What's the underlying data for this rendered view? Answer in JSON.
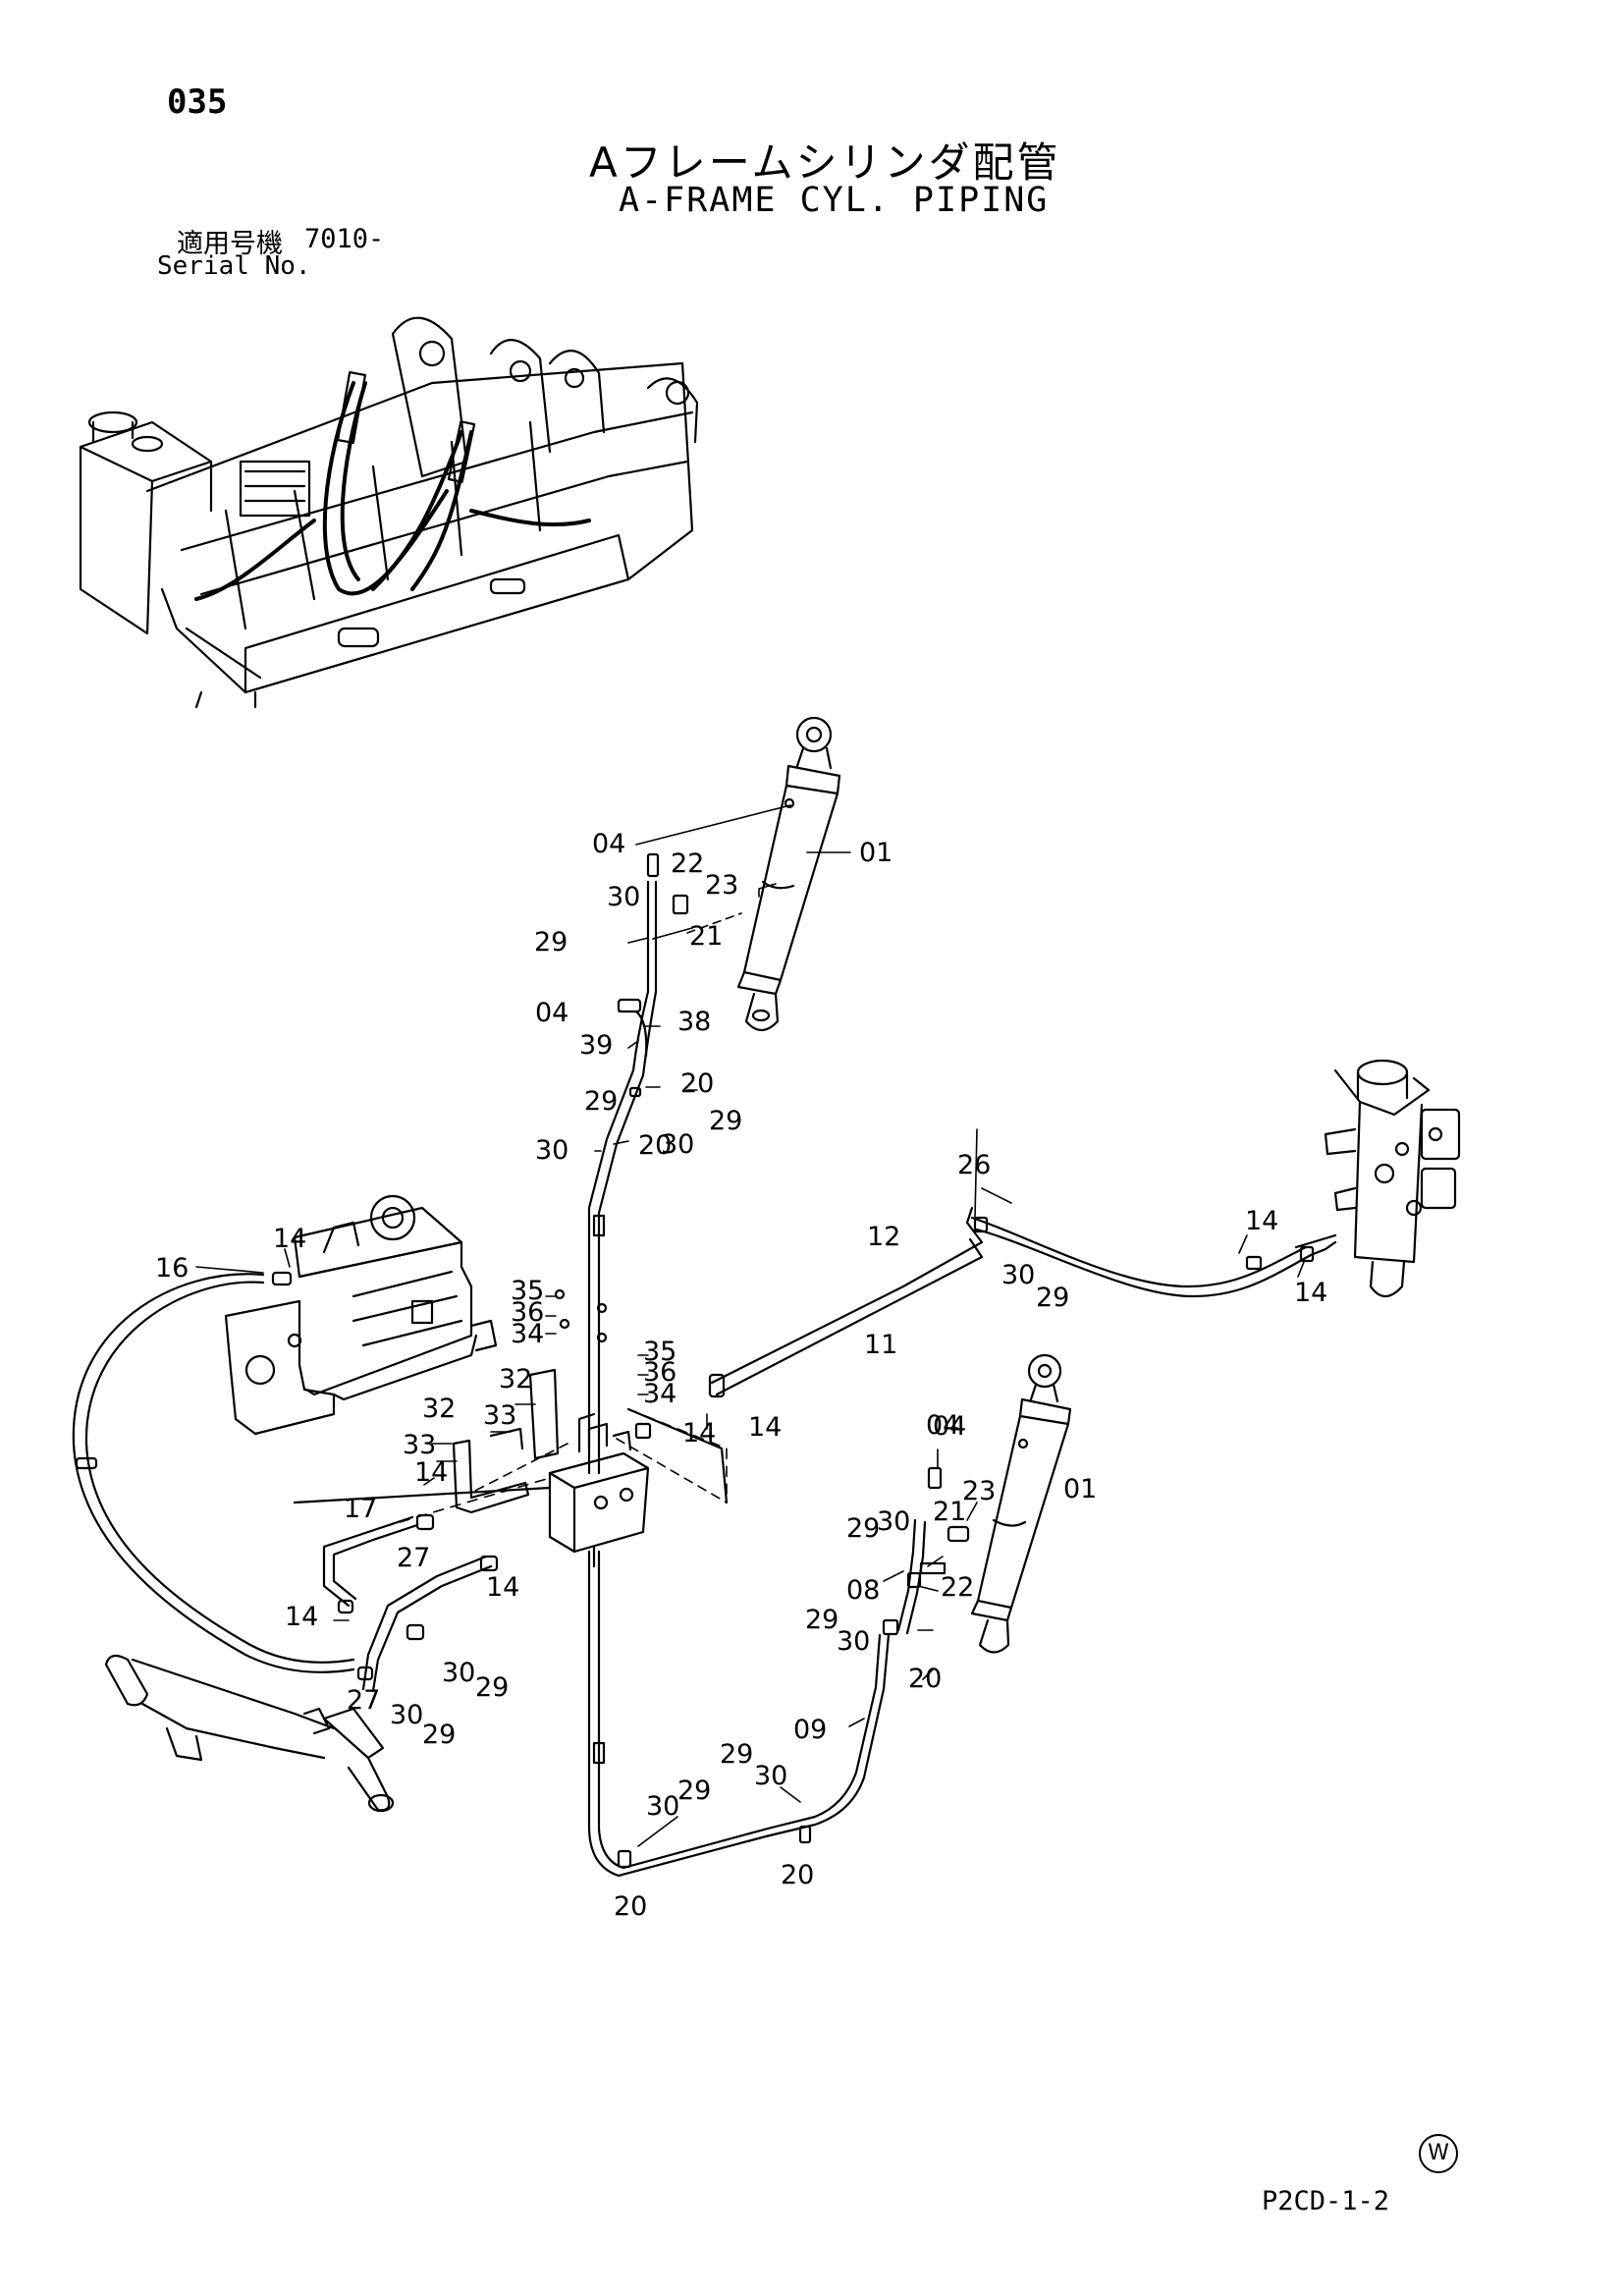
{
  "header": {
    "page_number": "035",
    "title_jp": "Aフレームシリンダ配管",
    "title_en": "A-FRAME CYL. PIPING",
    "serial_label_jp": "適用号機",
    "serial_code": "7010-",
    "serial_label_en": "Serial No."
  },
  "callouts": [
    "01",
    "01",
    "04",
    "04",
    "04",
    "22",
    "23",
    "30",
    "29",
    "21",
    "38",
    "39",
    "20",
    "29",
    "30",
    "29",
    "30",
    "20",
    "16",
    "14",
    "35",
    "36",
    "34",
    "35",
    "36",
    "34",
    "32",
    "32",
    "33",
    "33",
    "14",
    "14",
    "14",
    "17",
    "27",
    "14",
    "14",
    "27",
    "30",
    "29",
    "30",
    "29",
    "12",
    "26",
    "11",
    "30",
    "29",
    "14",
    "14",
    "04",
    "23",
    "29",
    "30",
    "21",
    "08",
    "22",
    "29",
    "30",
    "20",
    "09",
    "29",
    "30",
    "30",
    "29",
    "20",
    "20"
  ],
  "footer": {
    "mark": "W",
    "drawing_code": "P2CD-1-2"
  }
}
